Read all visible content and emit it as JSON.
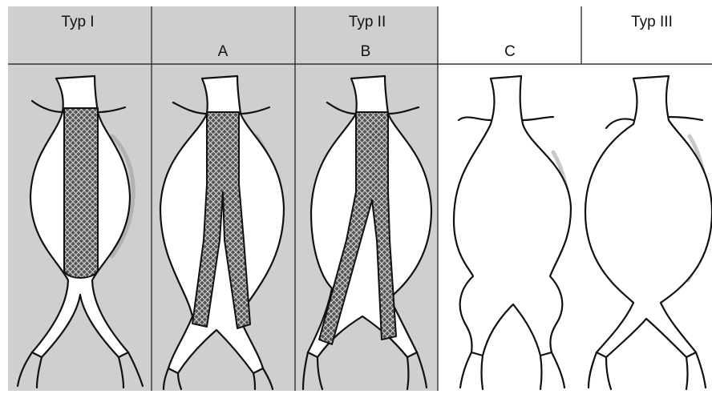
{
  "panels": {
    "typ_i": {
      "type_label": "Typ I",
      "sub_label": ""
    },
    "typ_ii": {
      "type_label": "Typ II",
      "sub_labels": [
        "A",
        "B",
        "C"
      ]
    },
    "typ_iii": {
      "type_label": "Typ III",
      "sub_label": ""
    }
  },
  "colors": {
    "shaded_background": "#cfcfcf",
    "graft_mesh": "#3a3a3a",
    "outline": "#111111",
    "paper": "#ffffff"
  }
}
